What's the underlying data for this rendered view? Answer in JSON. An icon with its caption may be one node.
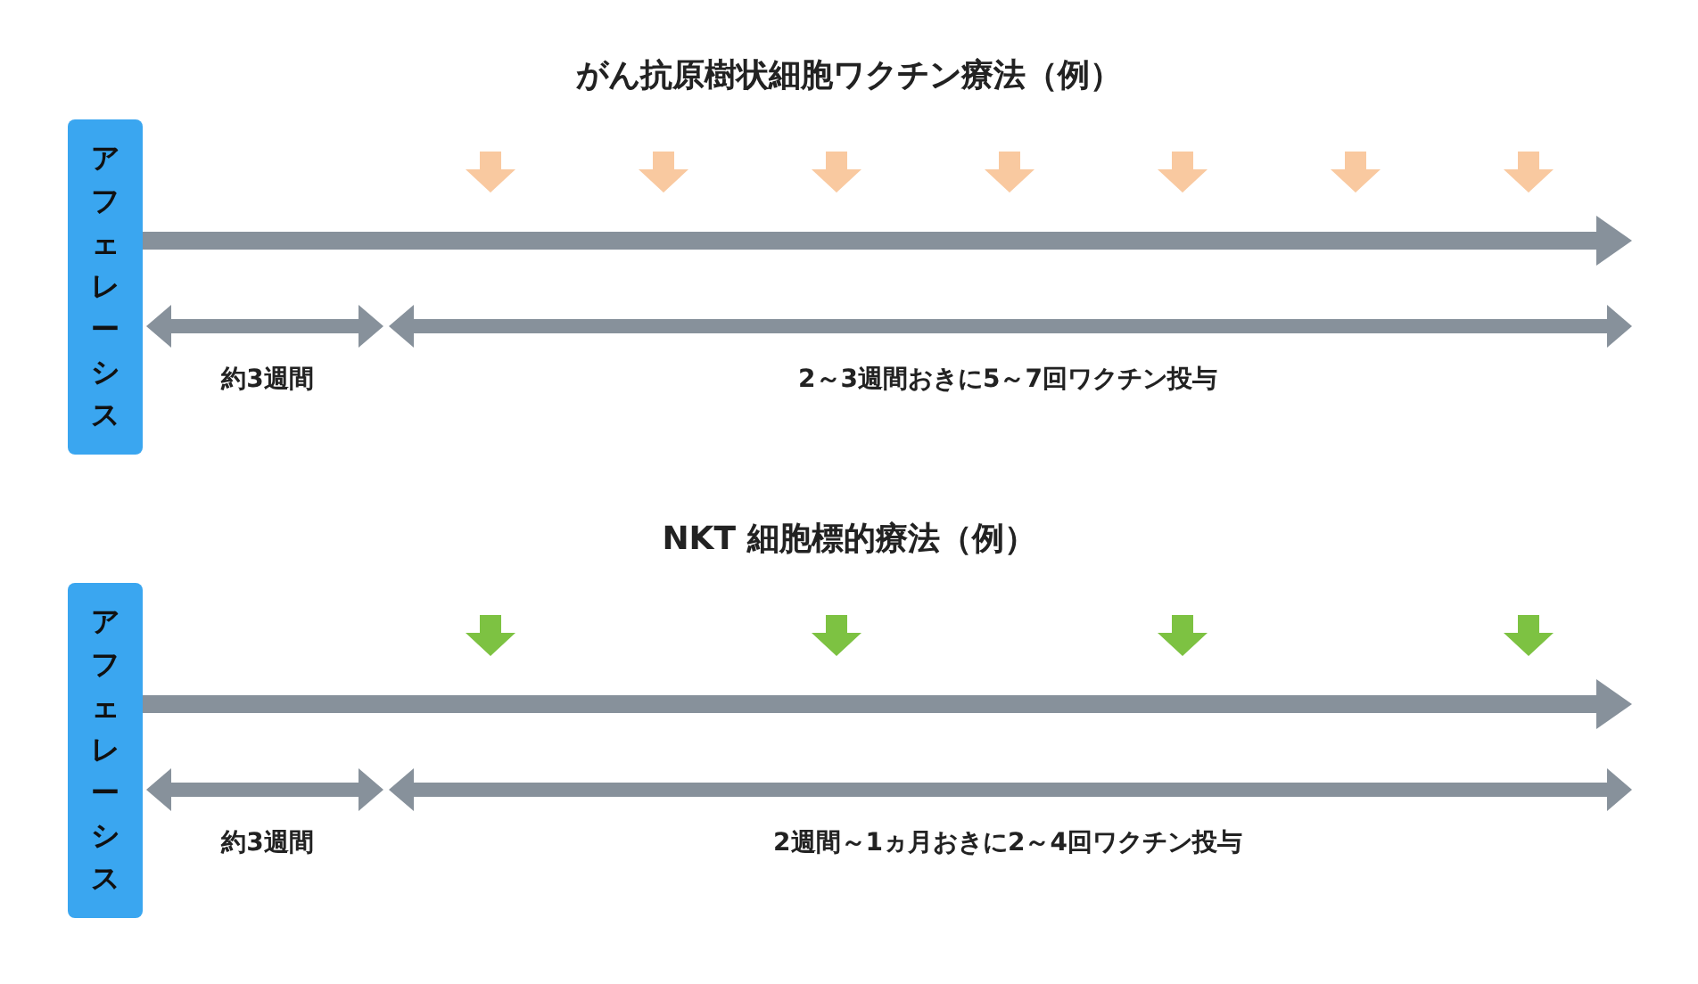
{
  "diagram": {
    "nodes": [
      {
        "text": [
          "アフェレーシス"
        ]
      },
      {
        "text": [
          "アフェレーシス"
        ]
      }
    ],
    "edges": [
      {
        "from": 0,
        "to": null,
        "arrow": "to"
      },
      {
        "from": 1,
        "to": null,
        "arrow": "to"
      }
    ],
    "labels": [
      "がん抗原樹状細胞ワクチン療法（例）",
      "約3週間",
      "2～3週間おきに5～7回ワクチン投与",
      "NKT 細胞標的療法（例）",
      "約3週間",
      "2週間～1ヵ月おきに2～4回ワクチン投与"
    ]
  }
}
